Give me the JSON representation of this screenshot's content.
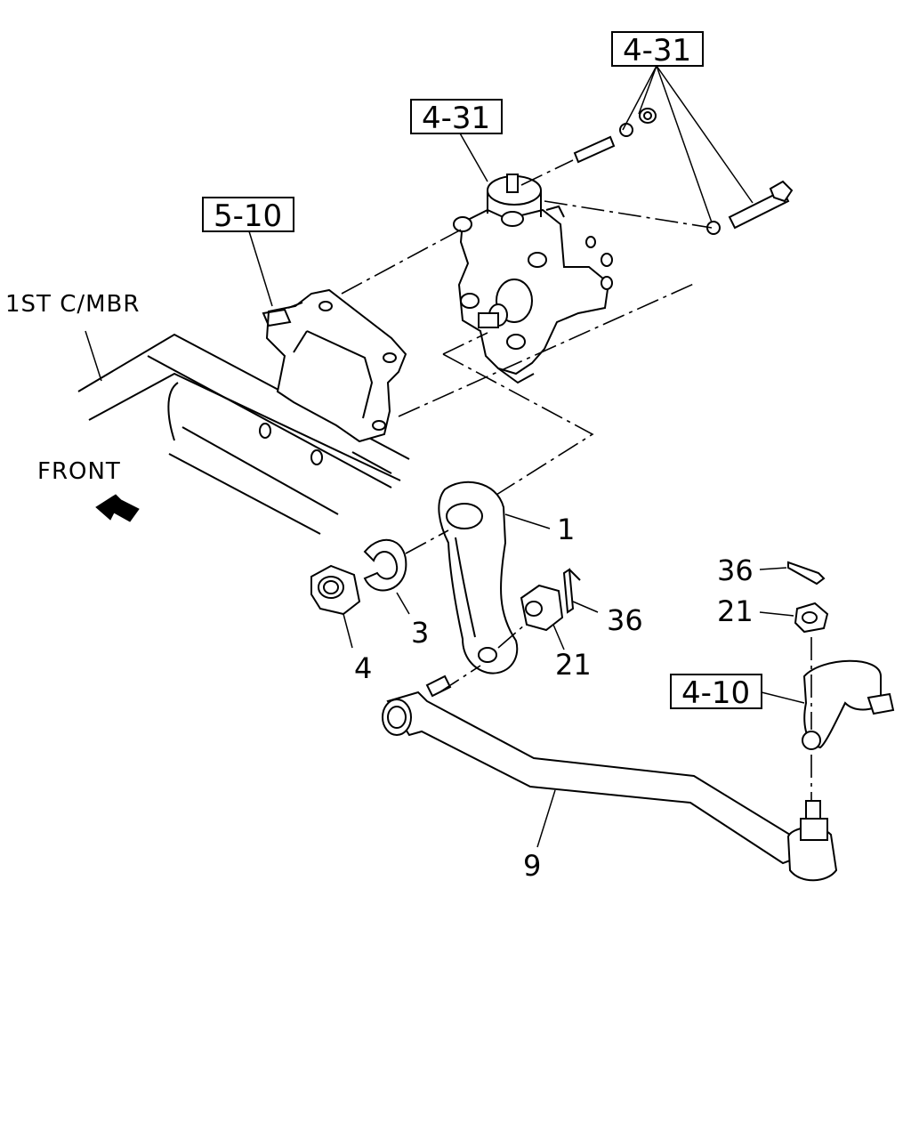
{
  "notes": {
    "crossmember": "1ST C/MBR",
    "front": "FRONT"
  },
  "references": {
    "ref_top": "4-31",
    "ref_mid": "4-31",
    "ref_left": "5-10",
    "ref_right": "4-10"
  },
  "callouts": {
    "p1": "1",
    "p3": "3",
    "p4": "4",
    "p21_mid": "21",
    "p36_mid": "36",
    "p36_right": "36",
    "p21_right": "21",
    "p9": "9"
  }
}
